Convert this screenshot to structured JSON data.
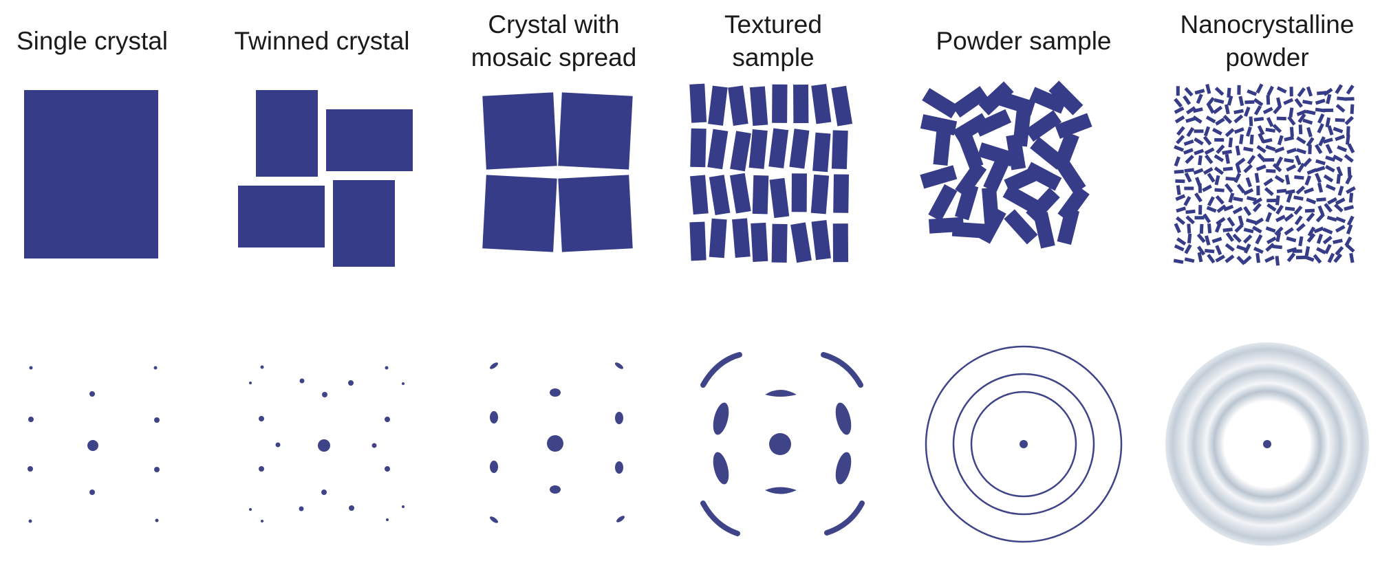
{
  "figure": {
    "sample_color": "#363c88",
    "pattern_color": "#3f4488",
    "nanocrystalline_ring_color": "#b9c4d0",
    "panels": [
      {
        "id": "single-crystal",
        "title": "Single crystal"
      },
      {
        "id": "twinned-crystal",
        "title": "Twinned crystal"
      },
      {
        "id": "mosaic-crystal",
        "title": "Crystal with mosaic spread"
      },
      {
        "id": "textured-sample",
        "title": "Textured sample"
      },
      {
        "id": "powder-sample",
        "title": "Powder sample"
      },
      {
        "id": "nanocrystalline-powder",
        "title": "Nanocrystalline powder"
      }
    ]
  }
}
